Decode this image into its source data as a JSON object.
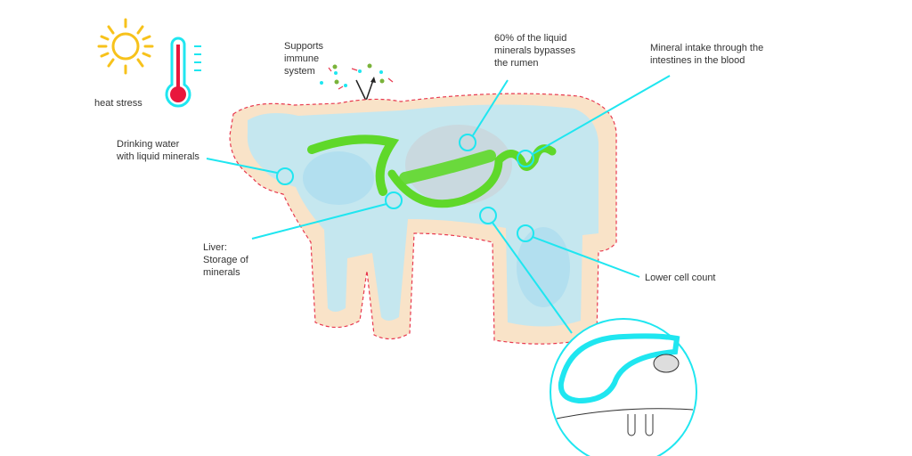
{
  "labels": {
    "heat_stress": "heat stress",
    "immune": "Supports\nimmune\nsystem",
    "bypass": "60% of the liquid\nminerals bypasses\nthe rumen",
    "intestine": "Mineral intake through the\nintestines in the blood",
    "drinking": "Drinking water\nwith liquid minerals",
    "liver": "Liver:\nStorage of\nminerals",
    "cell_count": "Lower cell count"
  },
  "colors": {
    "accent": "#1fe6f0",
    "sun": "#f7c21b",
    "thermo": "#e8173c",
    "outline": "#f9e3c8",
    "dash": "#e8394f",
    "body": "#bfe7f3",
    "gut": "#5fd82a"
  },
  "icons": [
    "sun-icon",
    "thermometer-icon"
  ]
}
